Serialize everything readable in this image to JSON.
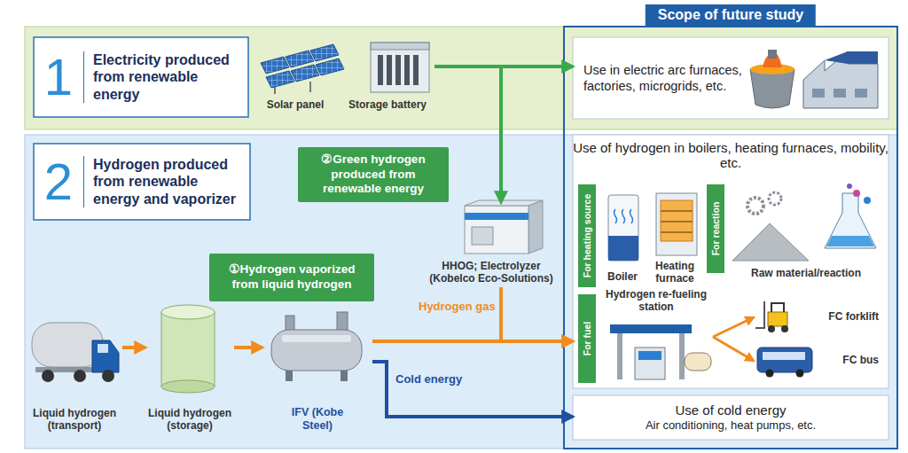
{
  "diagram": {
    "nodes": [
      {
        "text": [
          "Scope of future study"
        ]
      },
      {
        "text": [
          "Use in electric arc furnaces, factories, microgrids, etc."
        ],
        "in": 0
      },
      {
        "text": [
          "Use of hydrogen in boilers, heating furnaces, mobility, etc."
        ],
        "in": 0
      },
      {
        "text": [
          "For heating source"
        ],
        "in": 2
      },
      {
        "text": [
          "Boiler"
        ],
        "in": 2
      },
      {
        "text": [
          "Heating furnace"
        ],
        "in": 2
      },
      {
        "text": [
          "For reaction"
        ],
        "in": 2
      },
      {
        "text": [
          "Raw material/reaction"
        ],
        "in": 2
      },
      {
        "text": [
          "For fuel"
        ],
        "in": 2
      },
      {
        "text": [
          "Hydrogen re-fueling station"
        ],
        "in": 2
      },
      {
        "text": [
          "FC forklift"
        ],
        "in": 2
      },
      {
        "text": [
          "FC bus"
        ],
        "in": 2
      },
      {
        "text": [
          "Use of cold energy",
          "Air conditioning, heat pumps, etc."
        ],
        "in": 0
      },
      {
        "text": [
          "1",
          "Electricity produced from renewable energy"
        ]
      },
      {
        "text": [
          "Solar panel"
        ]
      },
      {
        "text": [
          "Storage battery"
        ]
      },
      {
        "text": [
          "2",
          "Hydrogen produced from renewable energy and vaporizer"
        ]
      },
      {
        "text": [
          "②Green hydrogen produced from renewable energy"
        ]
      },
      {
        "text": [
          "HHOG; Electrolyzer (Kobelco Eco-Solutions)"
        ]
      },
      {
        "text": [
          "①Hydrogen vaporized from liquid hydrogen"
        ]
      },
      {
        "text": [
          "Liquid hydrogen (transport)"
        ]
      },
      {
        "text": [
          "Liquid hydrogen (storage)"
        ]
      },
      {
        "text": [
          "IFV (Kobe Steel)"
        ]
      }
    ],
    "edges": [
      {
        "from": 15,
        "to": 1,
        "arrow": "to"
      },
      {
        "from": 15,
        "to": 18,
        "arrow": "to"
      },
      {
        "from": 20,
        "to": 21,
        "arrow": "to"
      },
      {
        "from": 21,
        "to": 22,
        "arrow": "to"
      },
      {
        "from": 22,
        "to": 2,
        "arrow": "to"
      },
      {
        "from": 18,
        "to": 2,
        "label": "Hydrogen gas",
        "arrow": "to"
      },
      {
        "from": 22,
        "to": 12,
        "label": "Cold energy",
        "arrow": "to"
      },
      {
        "from": 9,
        "to": 10,
        "arrow": "to"
      },
      {
        "from": 9,
        "to": 11,
        "arrow": "to"
      }
    ]
  }
}
